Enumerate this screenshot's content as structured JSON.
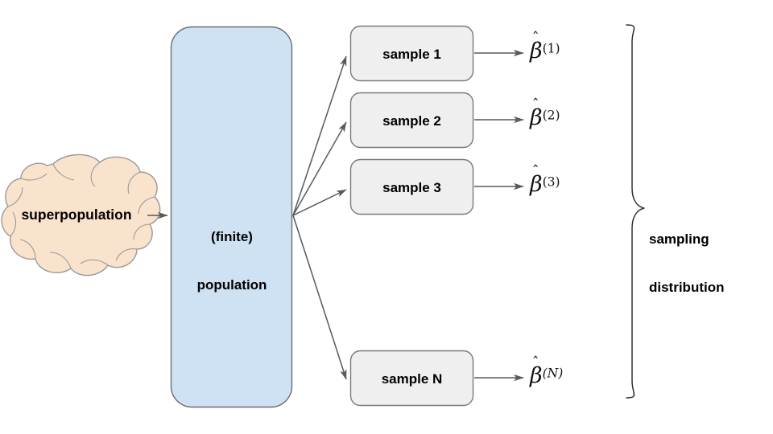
{
  "diagram": {
    "title": "sampling distribution schematic",
    "colors": {
      "cloud_fill": "#fae3cd",
      "cloud_stroke": "#999999",
      "population_fill": "#cfe2f3",
      "population_stroke": "#6d6d6d",
      "sample_fill": "#efefef",
      "sample_stroke": "#7a7a7a",
      "arrow": "#595959",
      "brace": "#333333",
      "text": "#000000",
      "background": "#ffffff"
    },
    "superpopulation": {
      "label": "superpopulation",
      "shape": "cloud-shape"
    },
    "population": {
      "label_line1": "(finite)",
      "label_line2": "population",
      "shape": "rounded-rectangle"
    },
    "samples": [
      {
        "label": "sample 1",
        "estimate_symbol": "β",
        "estimate_hat": "ˆ",
        "estimate_index": "(1)",
        "index_italic": false
      },
      {
        "label": "sample 2",
        "estimate_symbol": "β",
        "estimate_hat": "ˆ",
        "estimate_index": "(2)",
        "index_italic": false
      },
      {
        "label": "sample 3",
        "estimate_symbol": "β",
        "estimate_hat": "ˆ",
        "estimate_index": "(3)",
        "index_italic": false
      },
      {
        "label": "sample N",
        "estimate_symbol": "β",
        "estimate_hat": "ˆ",
        "estimate_index": "(N)",
        "index_italic": true
      }
    ],
    "brace": {
      "label_line1": "sampling",
      "label_line2": "distribution",
      "orientation": "right-pointing"
    }
  }
}
